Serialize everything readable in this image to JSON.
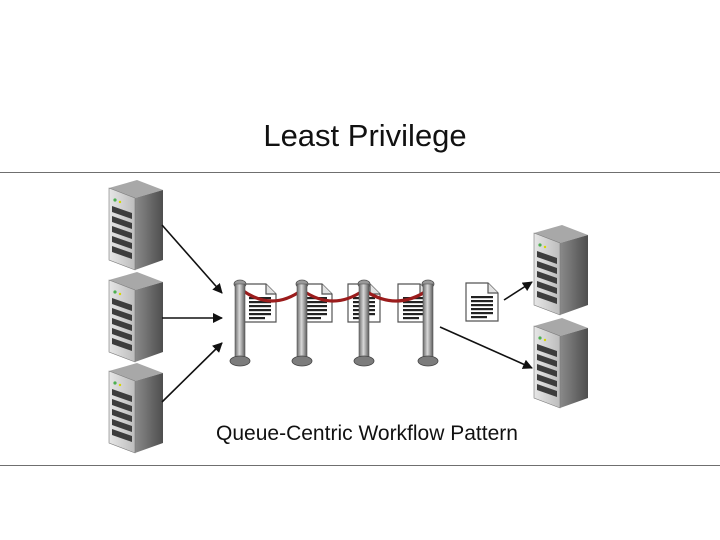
{
  "slide": {
    "title": "Least Privilege",
    "caption": "Queue-Centric Workflow Pattern"
  },
  "diagram": {
    "producers": [
      "server",
      "server",
      "server"
    ],
    "consumers": [
      "server",
      "server"
    ],
    "queue_items": [
      "document",
      "document",
      "document",
      "document"
    ],
    "dequeued_item": "document",
    "stanchion_count": 4,
    "colors": {
      "server_body": "#6e6e6e",
      "server_front": "#d4d4d4",
      "server_light": "#4caf50",
      "rope": "#9b1c1c",
      "stanchion": "#8a8a8a",
      "arrow": "#111111",
      "rule": "#6f6f6f"
    }
  }
}
